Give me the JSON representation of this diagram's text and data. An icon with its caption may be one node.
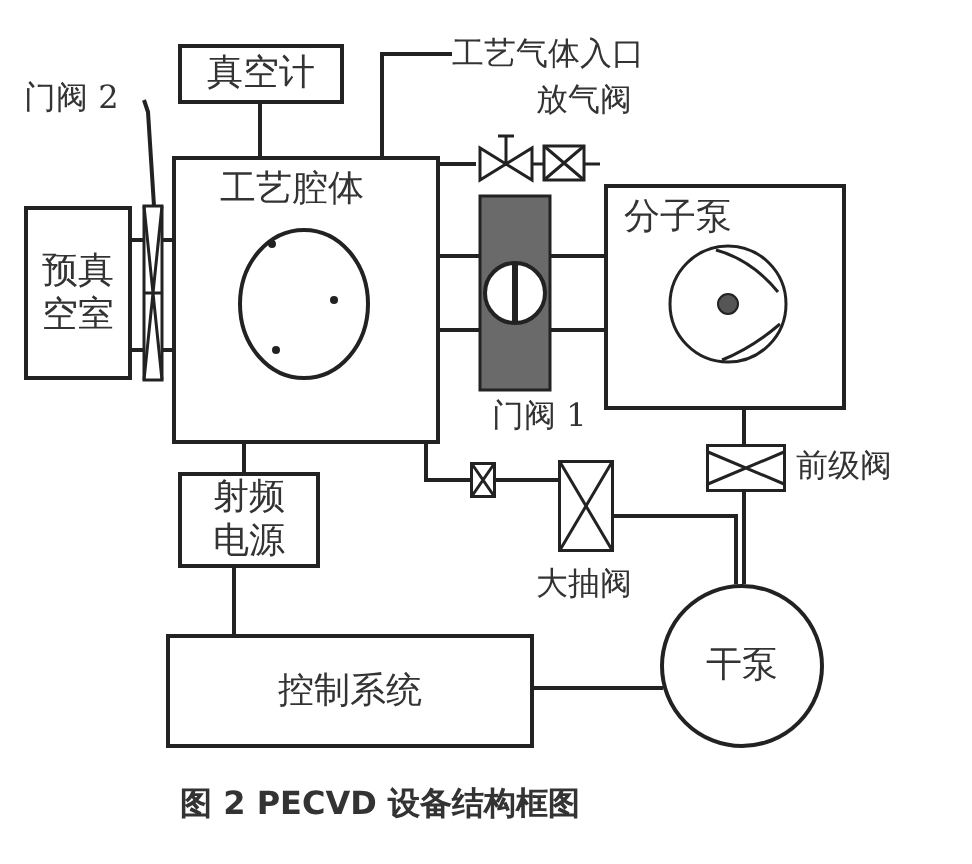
{
  "diagram": {
    "caption": "图 2 PECVD 设备结构框图",
    "nodes": [
      {
        "text": [
          "真空计"
        ]
      },
      {
        "text": [
          "工艺腔体"
        ]
      },
      {
        "text": [
          "预真空室"
        ]
      },
      {
        "text": [
          "射频电源"
        ]
      },
      {
        "text": [
          "控制系统"
        ]
      },
      {
        "text": [
          "分子泵"
        ]
      },
      {
        "text": [
          "干泵"
        ]
      },
      {
        "text": [],
        "shape": "valve",
        "beside": [
          "门阀 1"
        ]
      },
      {
        "text": [
          "门阀 2"
        ]
      },
      {
        "text": [],
        "shape": "valve"
      },
      {
        "text": [],
        "shape": "valve",
        "beside": [
          "放气阀"
        ]
      },
      {
        "text": [
          "工艺气体入口"
        ]
      },
      {
        "text": [],
        "shape": "valve"
      },
      {
        "text": [],
        "shape": "valve",
        "beside": [
          "大抽阀"
        ]
      },
      {
        "text": [],
        "shape": "valve",
        "beside": [
          "前级阀"
        ]
      }
    ],
    "edges": [
      {
        "from": 0,
        "to": 1,
        "arrow": "none"
      },
      {
        "from": 11,
        "to": 1,
        "arrow": "none"
      },
      {
        "from": 2,
        "to": 9,
        "arrow": "none"
      },
      {
        "from": 9,
        "to": 1,
        "arrow": "none"
      },
      {
        "from": 8,
        "to": 9,
        "arrow": "none"
      },
      {
        "from": 1,
        "to": 10,
        "arrow": "none"
      },
      {
        "from": 1,
        "to": 7,
        "arrow": "none"
      },
      {
        "from": 7,
        "to": 5,
        "arrow": "none"
      },
      {
        "from": 1,
        "to": 3,
        "arrow": "none"
      },
      {
        "from": 3,
        "to": 4,
        "arrow": "none"
      },
      {
        "from": 4,
        "to": 6,
        "arrow": "none"
      },
      {
        "from": 5,
        "to": 14,
        "arrow": "none"
      },
      {
        "from": 14,
        "to": 6,
        "arrow": "none"
      },
      {
        "from": 1,
        "to": 12,
        "arrow": "none"
      },
      {
        "from": 12,
        "to": 13,
        "arrow": "none"
      },
      {
        "from": 13,
        "to": 6,
        "arrow": "none"
      }
    ]
  }
}
